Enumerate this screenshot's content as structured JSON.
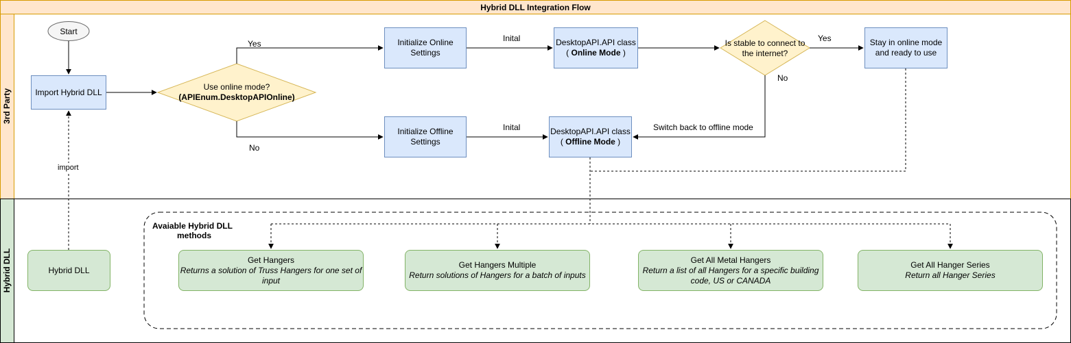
{
  "title": "Hybrid DLL Integration Flow",
  "lanes": {
    "third_party": "3rd Party",
    "hybrid_dll": "Hybrid DLL"
  },
  "nodes": {
    "start": "Start",
    "import_dll": "Import Hybrid DLL",
    "decision_online": {
      "line1": "Use online mode?",
      "line2": "(APIEnum.DesktopAPIOnline)"
    },
    "init_online": {
      "line1": "Initialize Online",
      "line2": "Settings"
    },
    "init_offline": {
      "line1": "Initialize Offline",
      "line2": "Settings"
    },
    "api_online": {
      "line1": "DesktopAPI.API class",
      "line2_pre": "( ",
      "line2_bold": "Online Mode",
      "line2_post": " )"
    },
    "api_offline": {
      "line1": "DesktopAPI.API class",
      "line2_pre": "( ",
      "line2_bold": "Offline Mode",
      "line2_post": " )"
    },
    "decision_stable": {
      "line1": "Is stable to connect to",
      "line2": "the internet?"
    },
    "stay_online": {
      "line1": "Stay in online mode",
      "line2": "and ready to use"
    },
    "hybrid_dll": "Hybrid DLL",
    "methods_group_title": {
      "line1": "Avaiable Hybrid DLL",
      "line2": "methods"
    },
    "methods": [
      {
        "name": "Get Hangers",
        "desc1": "Returns a solution of Truss Hangers for one set of",
        "desc2": "input"
      },
      {
        "name": "Get Hangers Multiple",
        "desc1": "Return solutions of Hangers for a batch of inputs",
        "desc2": ""
      },
      {
        "name": "Get All Metal Hangers",
        "desc1": "Return a list of all Hangers for a specific building",
        "desc2": "code, US or CANADA"
      },
      {
        "name": "Get All Hanger Series",
        "desc1": "Return all Hanger Series",
        "desc2": ""
      }
    ]
  },
  "edge_labels": {
    "yes_top": "Yes",
    "no_bottom": "No",
    "inital_online": "Inital",
    "inital_offline": "Inital",
    "yes_stable": "Yes",
    "no_stable": "No",
    "switch_back": "Switch back to offline mode",
    "import": "import"
  },
  "colors": {
    "title_fill": "#ffe6cc",
    "title_border": "#d79b00",
    "blue_fill": "#dae8fc",
    "blue_border": "#6c8ebf",
    "green_fill": "#d5e8d4",
    "green_border": "#82b366",
    "decision_fill": "#fff2cc",
    "decision_border": "#d6b656",
    "start_fill": "#f5f5f5",
    "start_border": "#666666"
  }
}
